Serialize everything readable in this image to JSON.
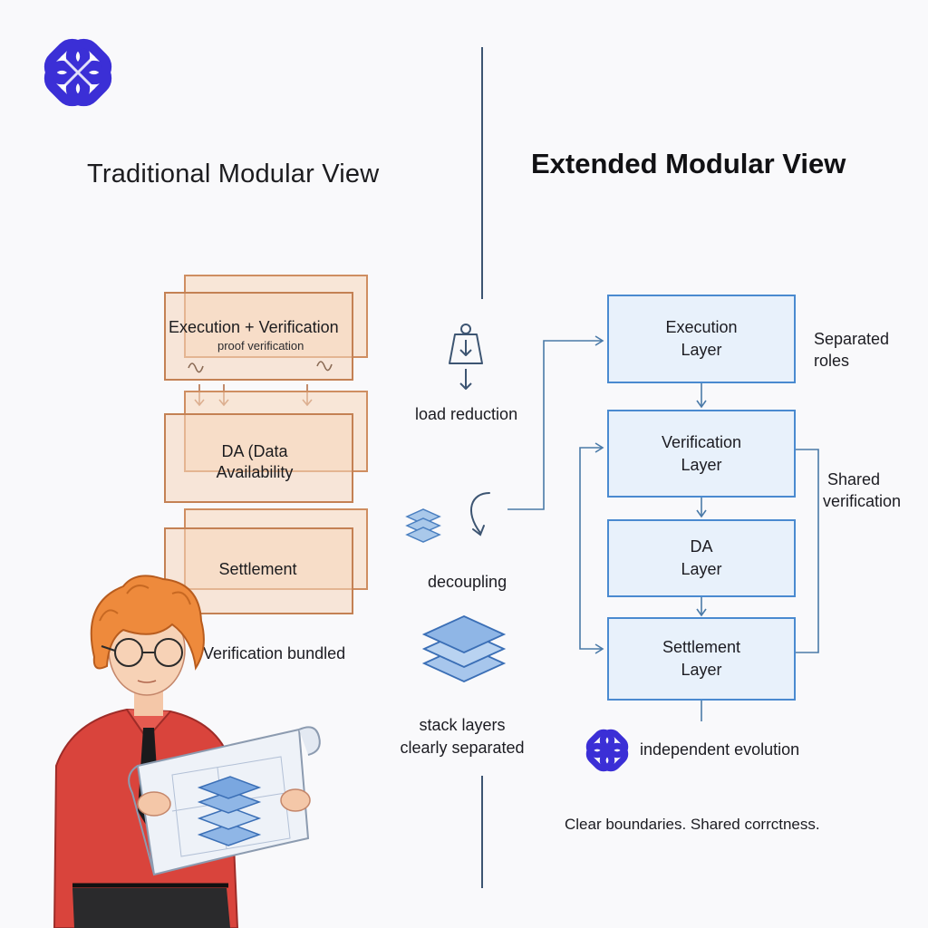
{
  "logo": {
    "icon": "interlocking-knot-logo",
    "color": "#3b2fd6"
  },
  "left_panel": {
    "title": "Traditional Modular View",
    "layers": {
      "exec_verification": {
        "title": "Execution + Verification",
        "subtitle": "proof verification"
      },
      "data_availability": {
        "line1": "DA (Data",
        "line2": "Availability"
      },
      "settlement": {
        "title": "Settlement"
      }
    },
    "caption": "Verification bundled"
  },
  "center": {
    "load_reduction": {
      "icon": "weight-down-icon",
      "label": "load reduction"
    },
    "decoupling": {
      "icon": "curved-arrow-icon",
      "label": "decoupling"
    },
    "stack_layers": {
      "icon": "stacked-layers-icon",
      "line1": "stack layers",
      "line2": "clearly separated"
    }
  },
  "right_panel": {
    "title": "Extended Modular View",
    "layers": [
      {
        "line1": "Execution",
        "line2": "Layer"
      },
      {
        "line1": "Verification",
        "line2": "Layer"
      },
      {
        "line1": "DA",
        "line2": "Layer"
      },
      {
        "line1": "Settlement",
        "line2": "Layer"
      }
    ],
    "annotations": {
      "separated": {
        "line1": "Separated",
        "line2": "roles"
      },
      "shared": {
        "line1": "Shared",
        "line2": "verification"
      }
    },
    "footer": {
      "icon": "interlocking-knot-logo",
      "label": "independent evolution"
    },
    "tagline": "Clear boundaries. Shared corrctness."
  },
  "colors": {
    "accent_blue": "#4a8ad0",
    "accent_orange": "#c48154",
    "divider": "#3d5572",
    "brand": "#3b2fd6"
  }
}
